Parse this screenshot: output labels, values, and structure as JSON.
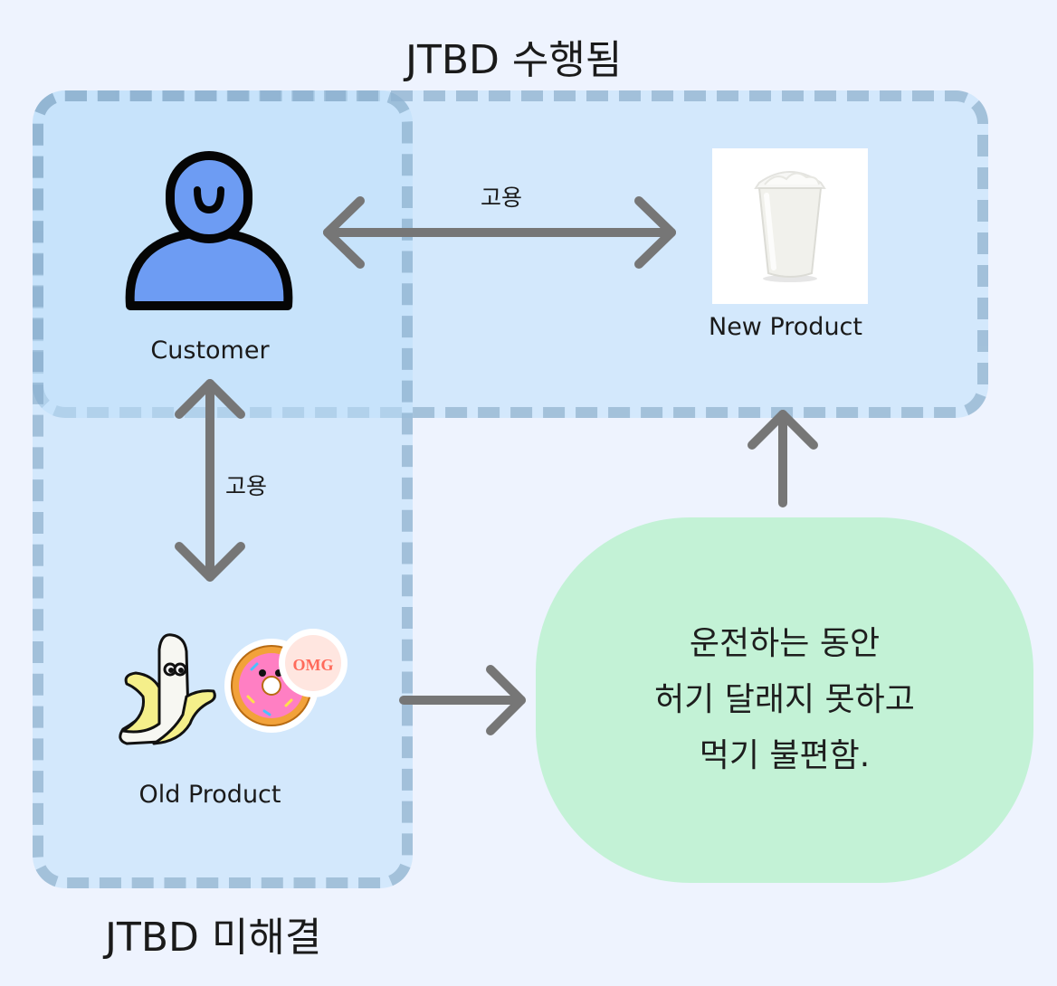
{
  "titles": {
    "done": "JTBD 수행됨",
    "unsolved": "JTBD 미해결"
  },
  "nodes": {
    "customer": {
      "label": "Customer",
      "icon": "person-icon"
    },
    "new_product": {
      "label": "New Product",
      "icon": "milkshake-icon"
    },
    "old_product": {
      "label": "Old Product",
      "icons": [
        "banana-icon",
        "donut-icon"
      ],
      "sticker_text": "OMG"
    }
  },
  "edges": {
    "customer_new_product": "고용",
    "customer_old_product": "고용"
  },
  "pain_point": {
    "lines": [
      "운전하는 동안",
      "허기 달래지 못하고",
      "먹기 불편함."
    ]
  },
  "colors": {
    "background": "#eef3fe",
    "zone_fill": "#bedefa",
    "zone_border": "#7aa0be",
    "arrow": "#767676",
    "person_fill": "#6d9cf3",
    "bubble_fill": "#c3f2d6"
  }
}
